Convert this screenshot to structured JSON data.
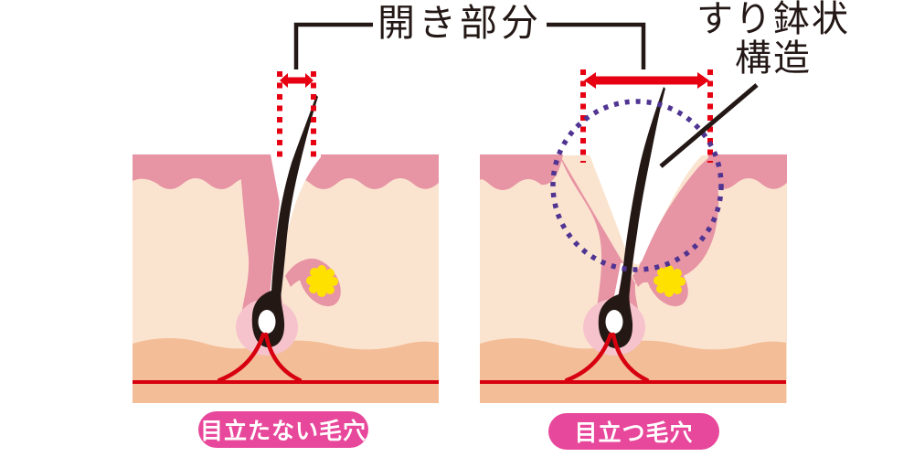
{
  "labels": {
    "opening": "開き部分",
    "mortar_line1": "すり鉢状",
    "mortar_line2": "構造"
  },
  "captions": {
    "left": "目立たない毛穴",
    "right": "目立つ毛穴"
  },
  "colors": {
    "epidermis": "#e794a4",
    "dermis": "#fbe4cf",
    "subcutis": "#f3bd97",
    "bulb_halo": "#f6c3cd",
    "hair": "#241815",
    "sebum_yellow": "#ffe100",
    "red_accent": "#e60012",
    "vessel_red": "#d7000f",
    "purple": "#4f3492",
    "pill_pink": "#e8489b",
    "line_black": "#231815"
  }
}
